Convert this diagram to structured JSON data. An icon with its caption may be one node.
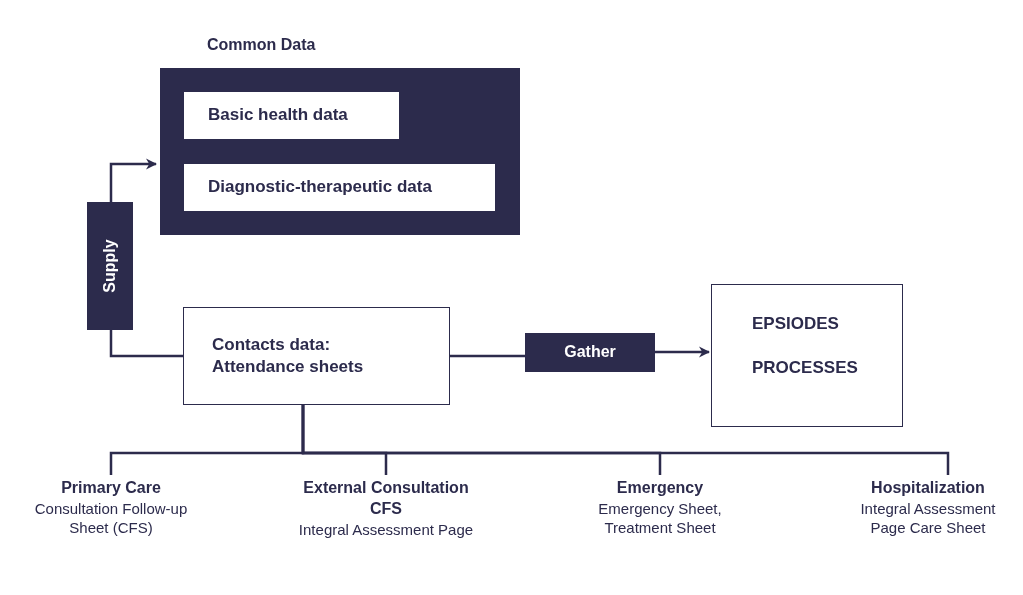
{
  "diagram": {
    "nodes": [
      {
        "text": [
          "Common Data"
        ]
      },
      {
        "text": [
          "Basic health data"
        ],
        "in": 0
      },
      {
        "text": [
          "Diagnostic-therapeutic data"
        ],
        "in": 0
      },
      {
        "text": [
          "Supply"
        ]
      },
      {
        "text": [
          "Contacts data: Attendance sheets"
        ]
      },
      {
        "text": [
          "Gather"
        ]
      },
      {
        "text": [
          "EPSIODES",
          "PROCESSES"
        ]
      },
      {
        "text": [
          "Primary Care",
          "Consultation Follow-up Sheet (CFS)"
        ]
      },
      {
        "text": [
          "External Consultation CFS",
          "Integral Assessment Page"
        ]
      },
      {
        "text": [
          "Emergency",
          "Emergency Sheet, Treatment Sheet"
        ]
      },
      {
        "text": [
          "Hospitalization",
          "Integral Assessment Page Care Sheet"
        ]
      }
    ],
    "edges": [
      {
        "from": 4,
        "to": 3,
        "arrow": "none"
      },
      {
        "from": 3,
        "to": 0,
        "arrow": "to"
      },
      {
        "from": 4,
        "to": 5,
        "arrow": "none"
      },
      {
        "from": 5,
        "to": 6,
        "arrow": "to"
      },
      {
        "from": 4,
        "to": 7,
        "arrow": "none"
      },
      {
        "from": 4,
        "to": 8,
        "arrow": "none"
      },
      {
        "from": 4,
        "to": 9,
        "arrow": "none"
      },
      {
        "from": 4,
        "to": 10,
        "arrow": "none"
      }
    ]
  }
}
